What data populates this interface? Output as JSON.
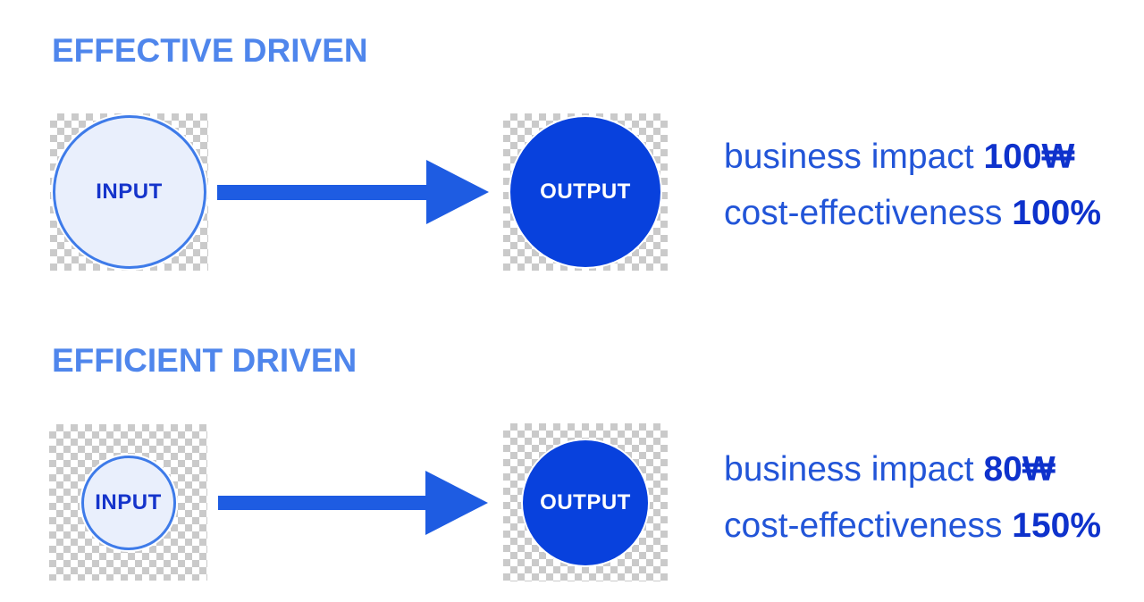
{
  "sections": [
    {
      "title": "EFFECTIVE DRIVEN",
      "input_label": "INPUT",
      "output_label": "OUTPUT",
      "metrics": [
        {
          "label": "business impact",
          "value": "100₩"
        },
        {
          "label": "cost-effectiveness",
          "value": "100%"
        }
      ]
    },
    {
      "title": "EFFICIENT DRIVEN",
      "input_label": "INPUT",
      "output_label": "OUTPUT",
      "metrics": [
        {
          "label": "business impact",
          "value": "80₩"
        },
        {
          "label": "cost-effectiveness",
          "value": "150%"
        }
      ]
    }
  ],
  "colors": {
    "title_blue": "#4f86ec",
    "arrow_blue": "#1e5ce2",
    "input_circle_fill": "#e9effc",
    "input_circle_border": "#3e7be9",
    "input_label_text": "#1534cb",
    "output_circle_fill": "#0841dd",
    "output_label_text": "#ffffff",
    "metric_label_text": "#2255d8",
    "metric_value_text": "#0e32cc",
    "checkerboard_gray": "#cacaca"
  }
}
